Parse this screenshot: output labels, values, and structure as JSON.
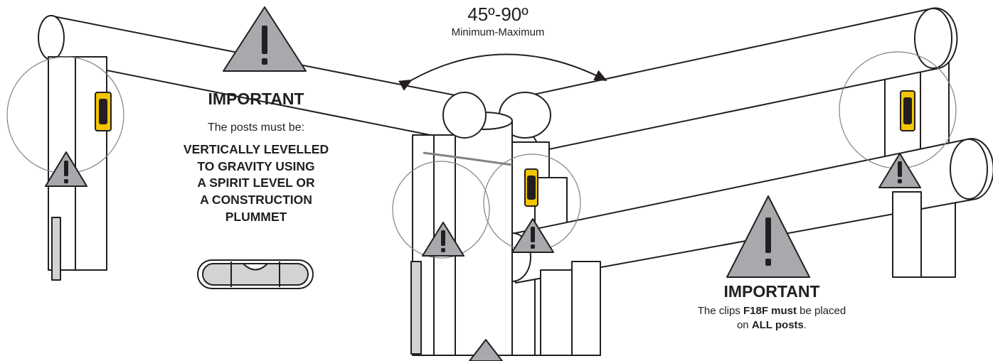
{
  "angle": {
    "value": "45º-90º",
    "caption": "Minimum-Maximum"
  },
  "left_warning": {
    "heading": "IMPORTANT",
    "intro": "The posts must be:",
    "instruction_lines": [
      "VERTICALLY LEVELLED",
      "TO GRAVITY USING",
      "A SPIRIT LEVEL OR",
      "A CONSTRUCTION",
      "PLUMMET"
    ]
  },
  "right_warning": {
    "heading": "IMPORTANT",
    "note": {
      "t1": "The clips ",
      "b1": "F18F must",
      "t2": " be placed",
      "t3": "on ",
      "b2": "ALL posts",
      "t4": "."
    }
  },
  "colors": {
    "line": "#231f20",
    "warning_fill": "#a7a9ac",
    "clip_yellow": "#f2c500",
    "level_gray": "#d1d3d4"
  },
  "icons": [
    "warning-triangle-icon",
    "spirit-level-icon",
    "angle-arrow-icon"
  ]
}
